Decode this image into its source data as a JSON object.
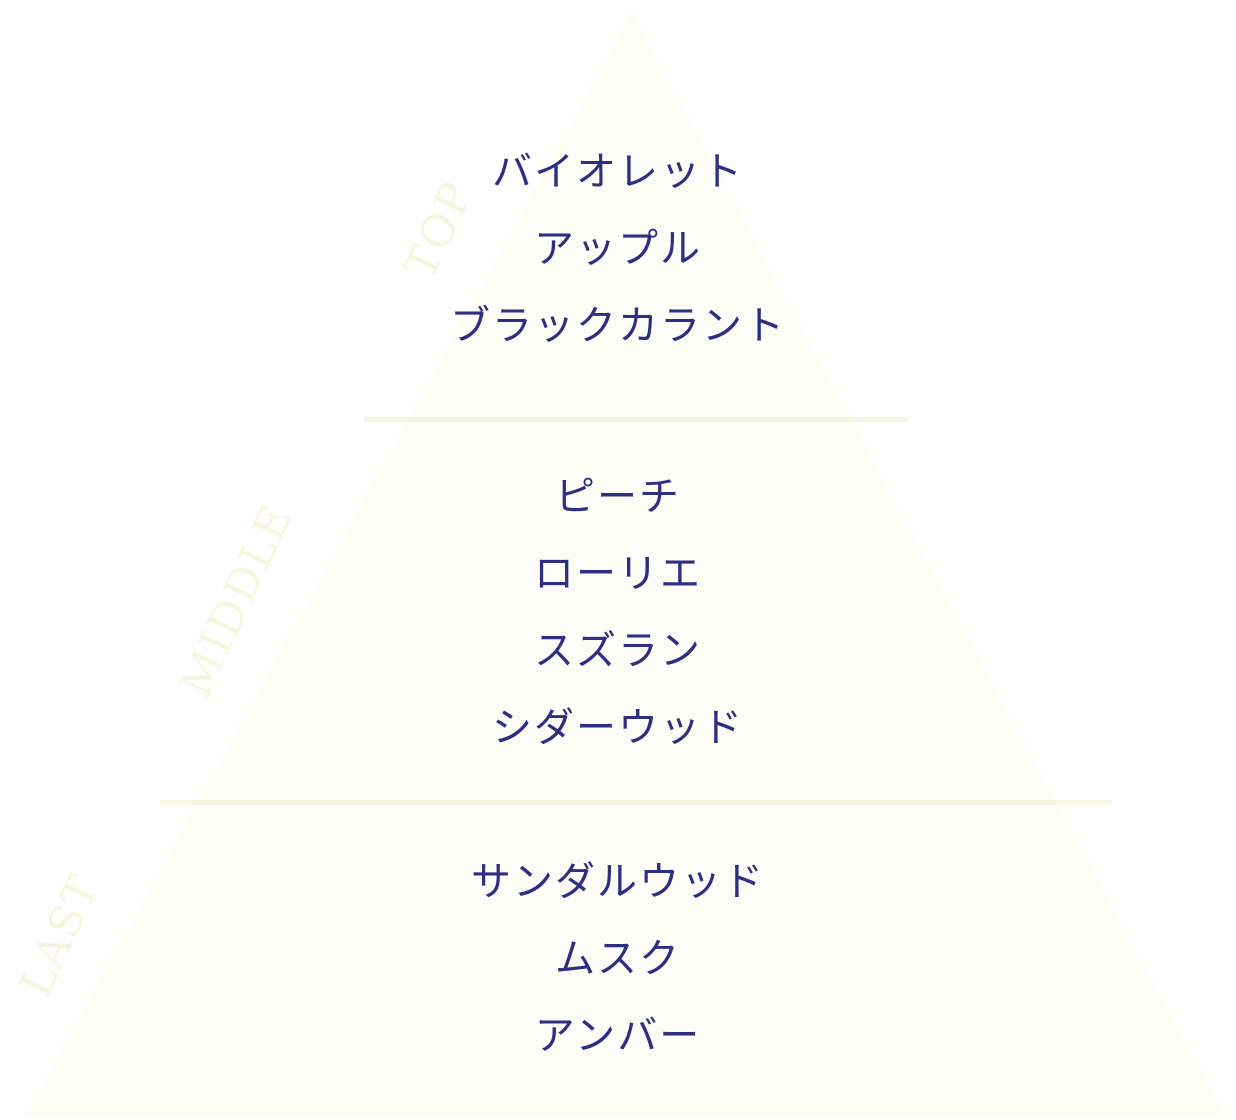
{
  "pyramid": {
    "colors": {
      "background": "#ffffff",
      "triangle": "#fdfdf7",
      "divider": "#f6f6e2",
      "label": "#f6f6e0",
      "note_text": "#2e2f82"
    },
    "tiers": [
      {
        "label": "TOP",
        "notes": [
          "バイオレット",
          "アップル",
          "ブラックカラント"
        ]
      },
      {
        "label": "MIDDLE",
        "notes": [
          "ピーチ",
          "ローリエ",
          "スズラン",
          "シダーウッド"
        ]
      },
      {
        "label": "LAST",
        "notes": [
          "サンダルウッド",
          "ムスク",
          "アンバー"
        ]
      }
    ]
  }
}
